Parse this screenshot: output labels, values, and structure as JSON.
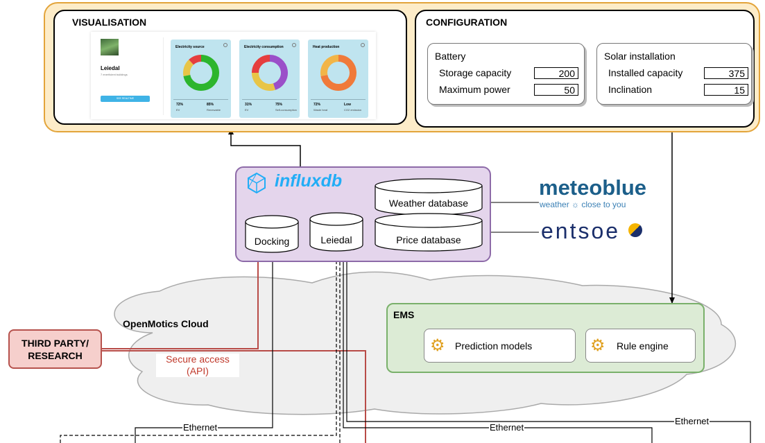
{
  "visualisation": {
    "title": "VISUALISATION",
    "site": {
      "name": "Leiedal",
      "subtitle": "7 enerficient buildings",
      "button": "SEE REALTIME"
    },
    "cards": [
      {
        "title": "Electricity source",
        "stat1_value": "72%",
        "stat1_label": "EV",
        "stat2_value": "85%",
        "stat2_label": "Renewable",
        "segments": [
          {
            "value": 72,
            "color": "#2db52d"
          },
          {
            "value": 16,
            "color": "#e8c547"
          },
          {
            "value": 12,
            "color": "#e53e3e"
          }
        ]
      },
      {
        "title": "Electricity consumption",
        "stat1_value": "31%",
        "stat1_label": "EV",
        "stat2_value": "75%",
        "stat2_label": "Self-consumption",
        "segments": [
          {
            "value": 45,
            "color": "#9b4fc9"
          },
          {
            "value": 30,
            "color": "#e8c547"
          },
          {
            "value": 25,
            "color": "#e53e3e"
          }
        ]
      },
      {
        "title": "Heat production",
        "stat1_value": "72%",
        "stat1_label": "Waste heat",
        "stat2_value": "Low",
        "stat2_label": "CO2 emission",
        "segments": [
          {
            "value": 72,
            "color": "#f07a3a"
          },
          {
            "value": 28,
            "color": "#f2b548"
          }
        ]
      }
    ]
  },
  "configuration": {
    "title": "CONFIGURATION",
    "battery": {
      "title": "Battery",
      "fields": [
        {
          "label": "Storage capacity",
          "value": "200"
        },
        {
          "label": "Maximum power",
          "value": "50"
        }
      ]
    },
    "solar": {
      "title": "Solar installation",
      "fields": [
        {
          "label": "Installed capacity",
          "value": "375"
        },
        {
          "label": "Inclination",
          "value": "15"
        }
      ]
    }
  },
  "influx": {
    "brand": "influxdb",
    "databases": {
      "docking": "Docking",
      "leiedal": "Leiedal",
      "weather": "Weather database",
      "price": "Price database"
    }
  },
  "providers": {
    "meteoblue": {
      "name": "meteoblue",
      "tagline": "weather ☼ close to you"
    },
    "entsoe": {
      "name": "entsoe"
    }
  },
  "cloud": {
    "label": "OpenMotics Cloud"
  },
  "ems": {
    "title": "EMS",
    "modules": [
      "Prediction models",
      "Rule engine"
    ]
  },
  "third_party": {
    "line1": "THIRD PARTY/",
    "line2": "RESEARCH"
  },
  "secure_access": {
    "line1": "Secure access",
    "line2": "(API)"
  },
  "ethernet_labels": [
    "Ethernet",
    "Ethernet",
    "Ethernet"
  ],
  "colors": {
    "frame_orange": "#e3a43a",
    "frame_fill": "#fdecc8",
    "influx_fill": "#e4d5ec",
    "influx_border": "#8d6aa8",
    "ems_fill": "#dcebd5",
    "ems_border": "#79b06a",
    "third_party_fill": "#f6cfcc",
    "third_party_border": "#b6524d",
    "red_line": "#b84b47",
    "influx_blue": "#22adf6",
    "meteoblue": "#1c5f8a"
  }
}
